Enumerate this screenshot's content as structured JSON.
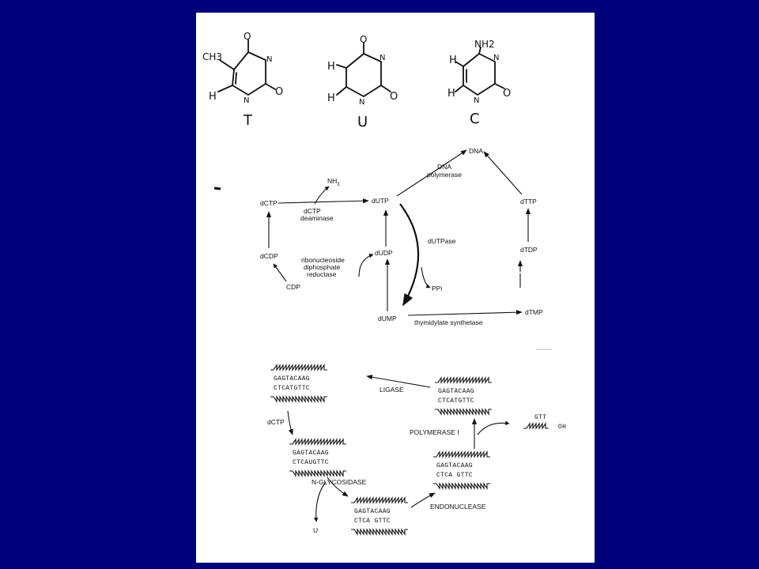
{
  "structures": {
    "thymine": {
      "label": "T",
      "subs": {
        "ch3": "CH3",
        "h": "H",
        "o_top": "O",
        "o_right": "O",
        "n1": "N",
        "n2": "N"
      }
    },
    "uracil": {
      "label": "U",
      "subs": {
        "h1": "H",
        "h2": "H",
        "o_top": "O",
        "o_right": "O",
        "n1": "N",
        "n2": "N"
      }
    },
    "cytosine": {
      "label": "C",
      "subs": {
        "nh2": "NH2",
        "h1": "H",
        "h2": "H",
        "o_right": "O",
        "n1": "N",
        "n2": "N"
      }
    }
  },
  "pathway": {
    "nodes": {
      "dna": "DNA",
      "dctp": "dCTP",
      "dutp": "dUTP",
      "dttp": "dTTP",
      "dcdp": "dCDP",
      "dudp": "dUDP",
      "dtdp": "dTDP",
      "cdp": "CDP",
      "dump": "dUMP",
      "dtmp": "dTMP",
      "ppi": "PPi",
      "nh3": "NH",
      "nh3_sub": "3"
    },
    "enzymes": {
      "dctp_deaminase_1": "dCTP",
      "dctp_deaminase_2": "deaminase",
      "dna_polymerase_1": "DNA",
      "dna_polymerase_2": "polymerase",
      "dutpase": "dUTPase",
      "rnr_1": "ribonucleoside",
      "rnr_2": "diphosphate",
      "rnr_3": "reductase",
      "thymidylate_synthetase": "thymidylate synthetase"
    }
  },
  "repair": {
    "steps": {
      "ligase": "LIGASE",
      "dctp": "dCTP",
      "n_glycosidase": "N-GLYCOSIDASE",
      "endonuclease": "ENDONUCLEASE",
      "polymerase_i": "POLYMERASE I",
      "u": "U"
    },
    "boxes": [
      {
        "top": "GAGTACAAG",
        "bottom": "CTCATGTTC"
      },
      {
        "top": "GAGTACAAG",
        "bottom": "CTCAUGTTC"
      },
      {
        "top": "GAGTACAAG",
        "bottom": "CTCA GTTC"
      },
      {
        "top": "GAGTACAAG",
        "bottom": "CTCA GTTC"
      },
      {
        "top": "GAGTACAAG",
        "bottom": "CTCATGTTC"
      }
    ],
    "fragment": {
      "seq": "GTT",
      "oh": "OH"
    }
  }
}
